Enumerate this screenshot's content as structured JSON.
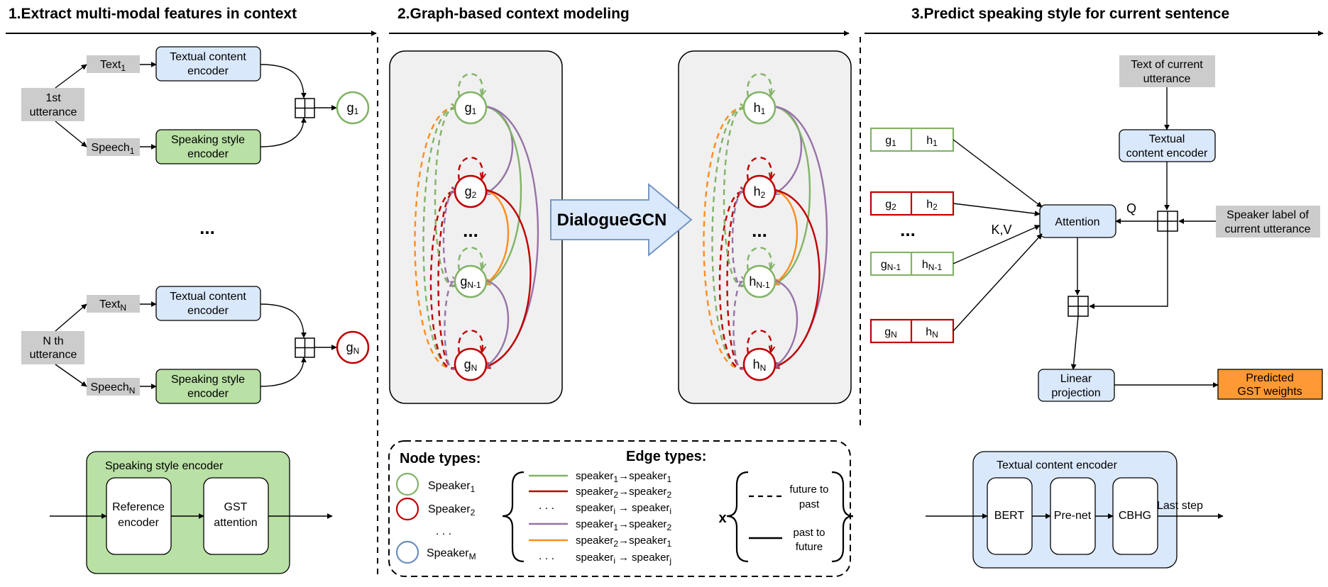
{
  "sections": [
    {
      "id": "s1",
      "title": "1.Extract multi-modal features in context"
    },
    {
      "id": "s2",
      "title": "2.Graph-based context modeling"
    },
    {
      "id": "s3",
      "title": "3.Predict speaking style for current sentence"
    }
  ],
  "colors": {
    "green_stroke": "#82b366",
    "green_fill": "#b9e0a5",
    "blue_fill": "#dae8fc",
    "blue_stroke": "#6c8ebf",
    "red": "#c00000",
    "purple": "#9673a6",
    "orange": "#ff8c1a",
    "gray_fill": "#cccccc",
    "panel_fill": "#f0f0f0",
    "output_fill": "#ff9933"
  },
  "part1": {
    "first_utterance": {
      "line1": "1st",
      "line2": "utterance"
    },
    "nth_utterance": {
      "line1": "N th",
      "line2": "utterance"
    },
    "text_base": "Text",
    "text_sub1": "1",
    "text_subN": "N",
    "speech_base": "Speech",
    "speech_sub1": "1",
    "speech_subN": "N",
    "text_encoder": {
      "line1": "Textual content",
      "line2": "encoder"
    },
    "style_encoder": {
      "line1": "Speaking style",
      "line2": "encoder"
    },
    "g_base": "g",
    "g_sub1": "1",
    "g_subN": "N",
    "ellipsis": "...",
    "legend": {
      "title": "Speaking style encoder",
      "ref_line1": "Reference",
      "ref_line2": "encoder",
      "gst_line1": "GST",
      "gst_line2": "attention"
    }
  },
  "part2": {
    "arrow_label": "DialogueGCN",
    "left_nodes": [
      {
        "base": "g",
        "sub": "1"
      },
      {
        "base": "g",
        "sub": "2"
      },
      {
        "base": "g",
        "sub": "N-1"
      },
      {
        "base": "g",
        "sub": "N"
      }
    ],
    "right_nodes": [
      {
        "base": "h",
        "sub": "1"
      },
      {
        "base": "h",
        "sub": "2"
      },
      {
        "base": "h",
        "sub": "N-1"
      },
      {
        "base": "h",
        "sub": "N"
      }
    ],
    "ellipsis": "...",
    "legend": {
      "node_title": "Node types:",
      "edge_title": "Edge types:",
      "speaker_base": "Speaker",
      "speakers": [
        "1",
        "2",
        "M"
      ],
      "vdots": ". . .",
      "edges": [
        {
          "a": "1",
          "b": "1"
        },
        {
          "a": "2",
          "b": "2"
        },
        {
          "a": "i",
          "b": "i"
        },
        {
          "a": "1",
          "b": "2"
        },
        {
          "a": "2",
          "b": "1"
        },
        {
          "a": "i",
          "b": "j"
        }
      ],
      "edge_word": "speaker",
      "arrow_glyph": "→",
      "times": "x",
      "future_line1": "future to",
      "future_line2": "past",
      "past_line1": "past to",
      "past_line2": "future"
    }
  },
  "part3": {
    "text_current": {
      "line1": "Text of current",
      "line2": "utterance"
    },
    "text_encoder": {
      "line1": "Textual",
      "line2": "content encoder"
    },
    "speaker_label": {
      "line1": "Speaker label of",
      "line2": "current utterance"
    },
    "attention": "Attention",
    "q_label": "Q",
    "kv_label": "K,V",
    "pairs": [
      {
        "g": "g",
        "gsub": "1",
        "h": "h",
        "hsub": "1"
      },
      {
        "g": "g",
        "gsub": "2",
        "h": "h",
        "hsub": "2"
      },
      {
        "g": "g",
        "gsub": "N-1",
        "h": "h",
        "hsub": "N-1"
      },
      {
        "g": "g",
        "gsub": "N",
        "h": "h",
        "hsub": "N"
      }
    ],
    "ellipsis": "...",
    "linear": {
      "line1": "Linear",
      "line2": "projection"
    },
    "output": {
      "line1": "Predicted",
      "line2": "GST weights"
    },
    "legend": {
      "title": "Textual content encoder",
      "bert": "BERT",
      "prenet": "Pre-net",
      "cbhg": "CBHG",
      "last_step": "Last step"
    }
  }
}
